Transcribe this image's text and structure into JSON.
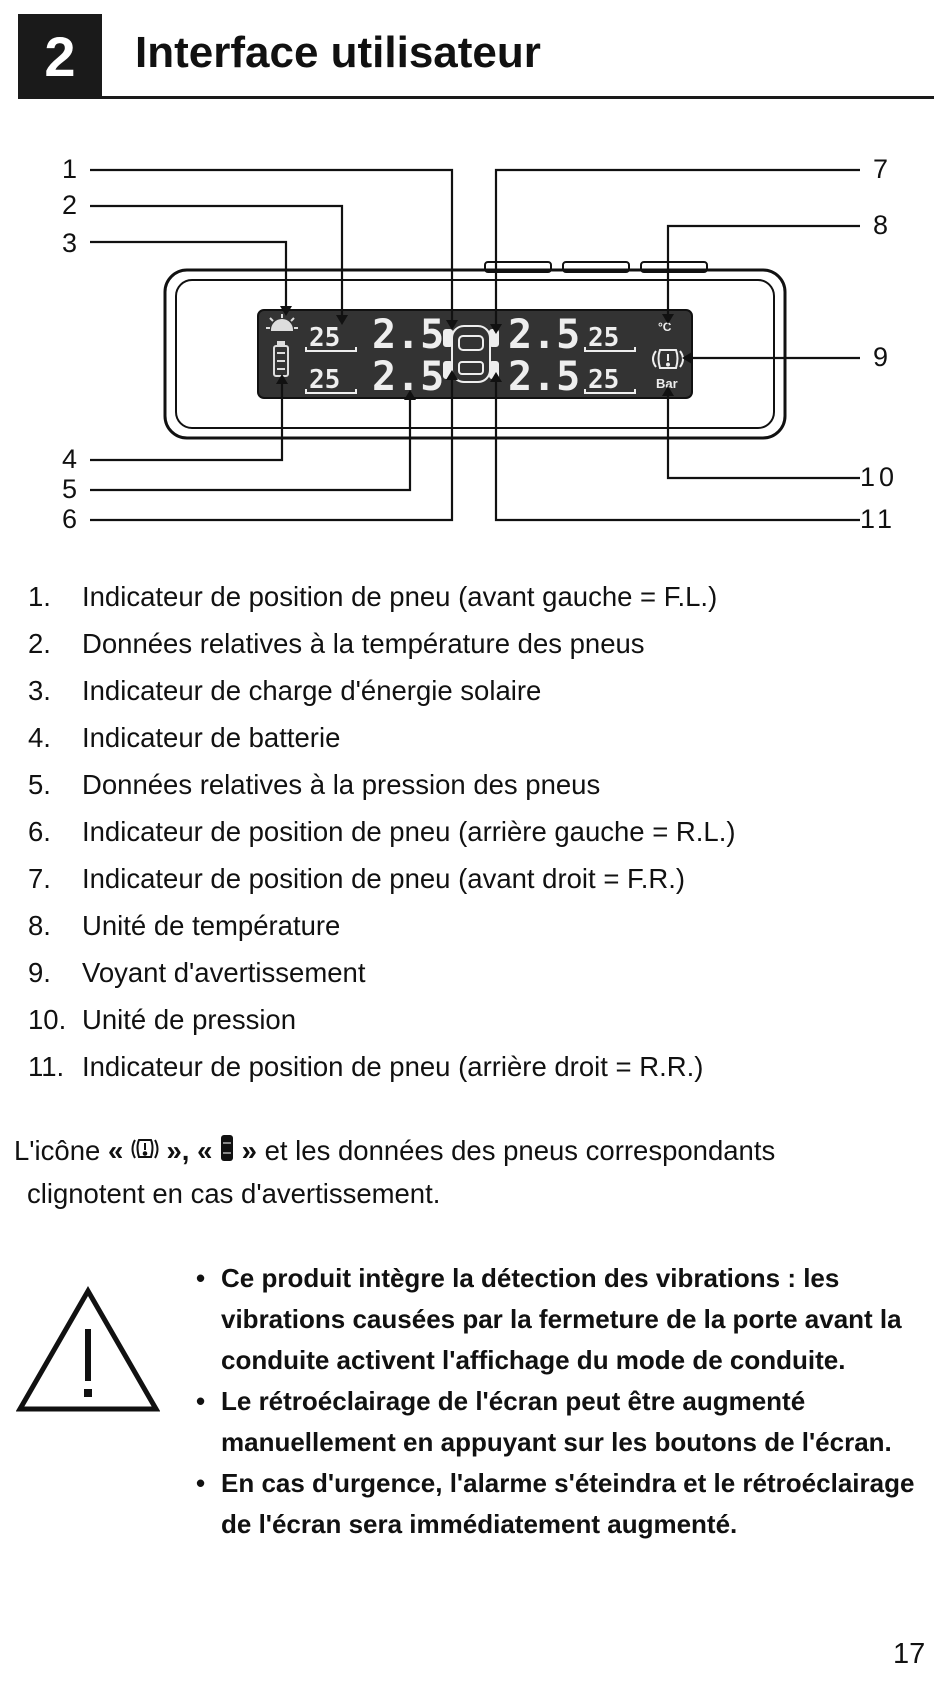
{
  "header": {
    "section_number": "2",
    "title": "Interface utilisateur"
  },
  "diagram": {
    "callouts": [
      "1",
      "2",
      "3",
      "4",
      "5",
      "6",
      "7",
      "8",
      "9",
      "10",
      "11"
    ],
    "lcd": {
      "temp_fl": "25",
      "pressure_fl": "2.5",
      "temp_rl": "25",
      "pressure_rl": "2.5",
      "pressure_fr": "2.5",
      "temp_fr": "25",
      "pressure_rr": "2.5",
      "temp_rr": "25",
      "temp_unit": "°C",
      "pressure_unit": "Bar"
    }
  },
  "features": [
    {
      "num": "1.",
      "text": "Indicateur de position de pneu (avant gauche = F.L.)"
    },
    {
      "num": "2.",
      "text": "Données relatives à la température des pneus"
    },
    {
      "num": "3.",
      "text": "Indicateur de charge d'énergie solaire"
    },
    {
      "num": "4.",
      "text": "Indicateur de batterie"
    },
    {
      "num": "5.",
      "text": "Données relatives à la pression des pneus"
    },
    {
      "num": "6.",
      "text": "Indicateur de position de pneu (arrière gauche = R.L.)"
    },
    {
      "num": "7.",
      "text": "Indicateur de position de pneu (avant droit = F.R.)"
    },
    {
      "num": "8.",
      "text": "Unité de température"
    },
    {
      "num": "9.",
      "text": "Voyant d'avertissement"
    },
    {
      "num": "10.",
      "text": "Unité de pression"
    },
    {
      "num": "11.",
      "text": "Indicateur de position de pneu (arrière droit = R.R.)"
    }
  ],
  "note": {
    "prefix": "L'icône",
    "q_open": "«",
    "q_close_comma": "»,",
    "q_close": "»",
    "suffix": "et les données des pneus correspondants",
    "line2": "clignotent en cas d'avertissement."
  },
  "warnings": [
    "Ce produit intègre la détection des vibrations : les vibrations causées par la fermeture de la porte avant la conduite activent l'affichage du mode de conduite.",
    "Le rétroéclairage de l'écran peut être augmenté manuellement en appuyant sur les boutons de l'écran.",
    "En cas d'urgence, l'alarme s'éteindra et le rétroéclairage de l'écran sera immédiatement augmenté."
  ],
  "page_number": "17"
}
